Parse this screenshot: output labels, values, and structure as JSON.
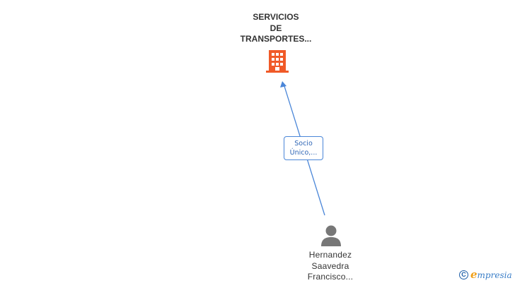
{
  "company": {
    "name_lines": [
      "SERVICIOS",
      "DE",
      "TRANSPORTES..."
    ],
    "icon": "building-icon",
    "color": "#f05a28"
  },
  "relation": {
    "label_lines": [
      "Socio",
      "Único,..."
    ],
    "color": "#4a86d8"
  },
  "person": {
    "name_lines": [
      "Hernandez",
      "Saavedra",
      "Francisco..."
    ],
    "icon": "person-icon",
    "color": "#777777"
  },
  "brand": {
    "copyright": "C",
    "initial": "e",
    "name_rest": "mpresia"
  }
}
